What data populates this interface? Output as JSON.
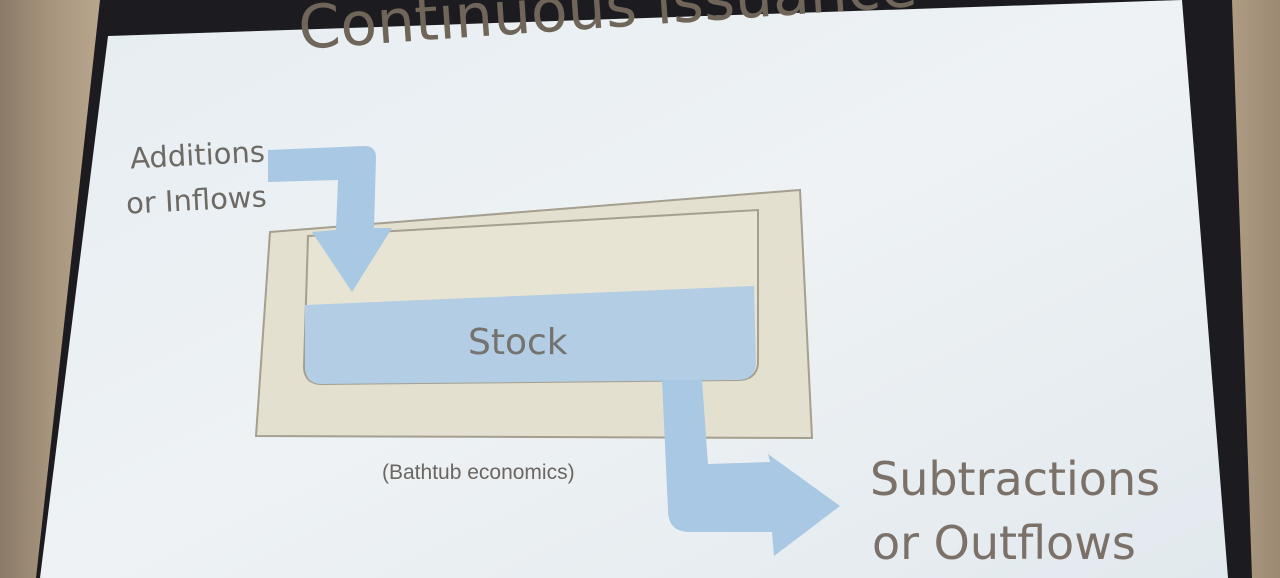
{
  "slide": {
    "title": "Continuous issuance",
    "inflow_line1": "Additions",
    "inflow_line2": "or Inflows",
    "stock": "Stock",
    "caption": "(Bathtub economics)",
    "outflow_line1": "Subtractions",
    "outflow_line2": "or Outflows"
  },
  "colors": {
    "wall": "#c3b197",
    "screen_frame": "#1c1b1f",
    "slide_bg": "#e9eef2",
    "tub_fill": "#e3e0cf",
    "tub_outline": "#a59f8f",
    "water": "#b2cde4",
    "arrow": "#a9c8e3",
    "title_text": "#6f6558"
  }
}
